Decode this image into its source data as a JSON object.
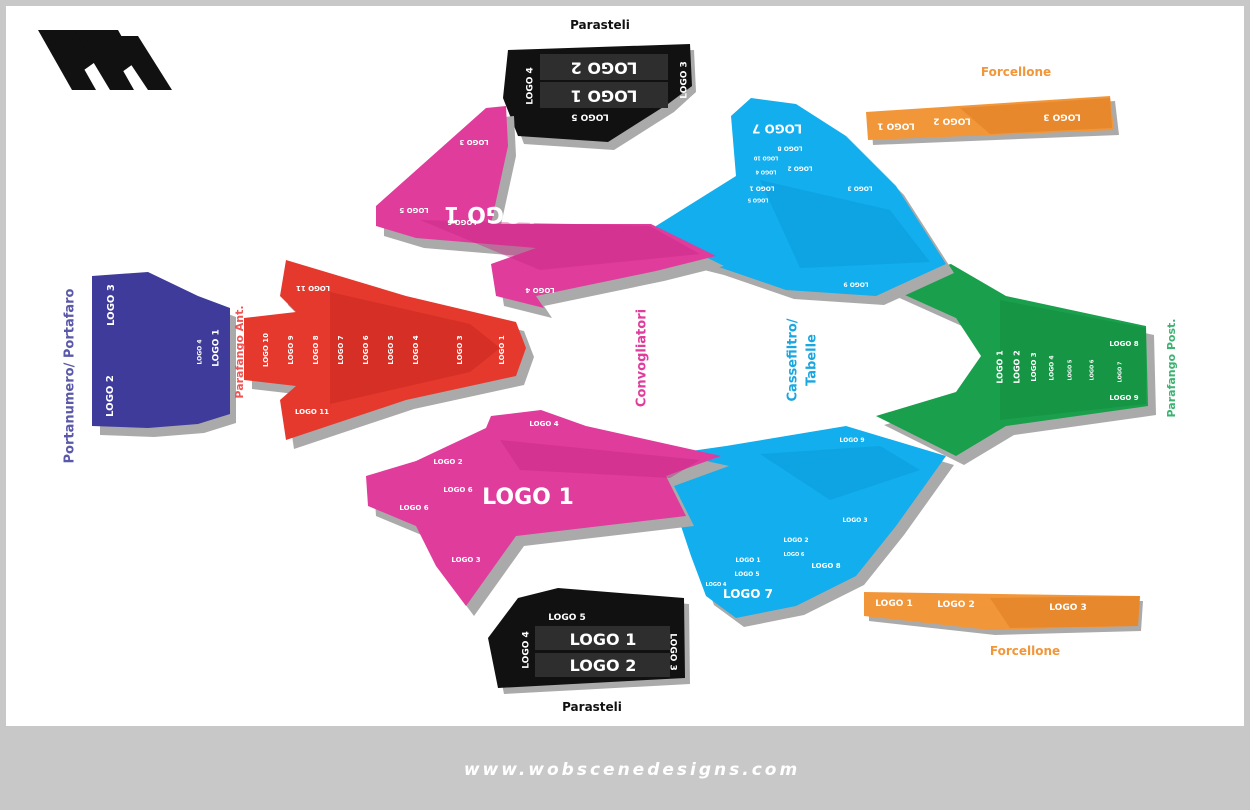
{
  "brand_mark": "wobscene-logo",
  "footer": {
    "url": "www.wobscenedesigns.com"
  },
  "labels": {
    "parasteli_top": "Parasteli",
    "parasteli_bottom": "Parasteli",
    "forcellone_top": "Forcellone",
    "forcellone_bottom": "Forcellone",
    "portanumero": "Portanumero/ Portafaro",
    "parafango_ant": "Parafango Ant.",
    "convogliatori": "Convogliatori",
    "cassefiltro_1": "Cassefiltro/",
    "cassefiltro_2": "Tabelle",
    "parafango_post": "Parafango Post."
  },
  "logos": {
    "l1": "LOGO 1",
    "l2": "LOGO 2",
    "l3": "LOGO 3",
    "l4": "LOGO 4",
    "l5": "LOGO 5",
    "l6": "LOGO 6",
    "l7": "LOGO 7",
    "l8": "LOGO 8",
    "l9": "LOGO 9",
    "l10": "LOGO 10",
    "l11": "LOGO 11"
  },
  "colors": {
    "navy": "#3e3b9a",
    "red": "#e5392e",
    "magenta": "#e03c9c",
    "blue": "#12aeed",
    "green": "#1aa04c",
    "orange": "#f2963a",
    "black": "#111111",
    "label_blue": "#5a58a8",
    "label_red": "#ef5555",
    "label_magenta": "#e03c9c",
    "label_cyan": "#1aa7e0",
    "label_green": "#3cb371",
    "label_orange": "#f2963a"
  }
}
